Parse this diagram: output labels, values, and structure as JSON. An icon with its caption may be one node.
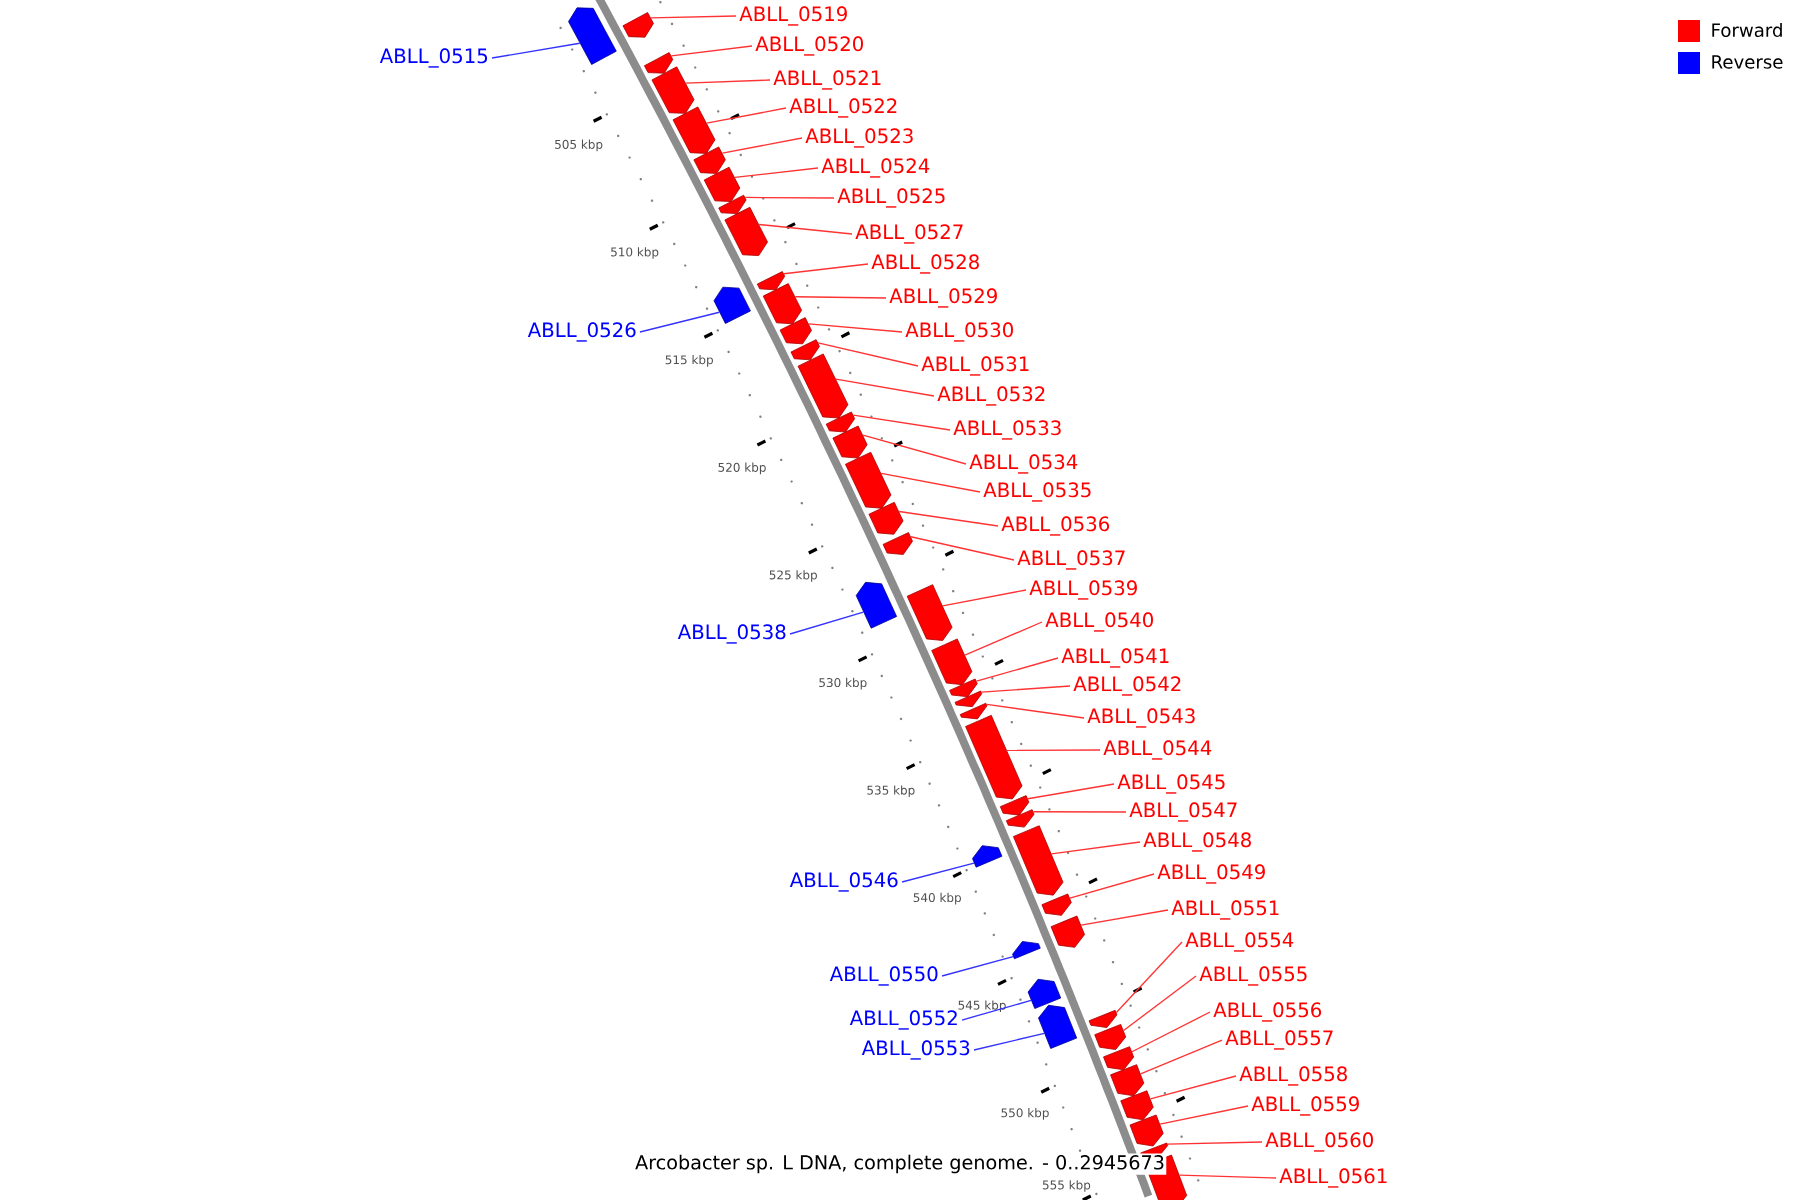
{
  "diagram": {
    "caption": "Arcobacter sp. L DNA, complete genome. - 0..2945673",
    "nodes": [
      {
        "text": [
          "ABLL_0515"
        ]
      },
      {
        "text": [],
        "shape": "box"
      },
      {
        "text": [
          "ABLL_0519"
        ]
      },
      {
        "text": [],
        "shape": "box"
      },
      {
        "text": [
          "ABLL_0520"
        ]
      },
      {
        "text": [],
        "shape": "box"
      },
      {
        "text": [
          "ABLL_0521"
        ]
      },
      {
        "text": [],
        "shape": "box"
      },
      {
        "text": [
          "ABLL_0522"
        ]
      },
      {
        "text": [],
        "shape": "box"
      },
      {
        "text": [
          "ABLL_0523"
        ]
      },
      {
        "text": [],
        "shape": "box"
      },
      {
        "text": [
          "ABLL_0524"
        ]
      },
      {
        "text": [],
        "shape": "box"
      },
      {
        "text": [
          "ABLL_0525"
        ]
      },
      {
        "text": [],
        "shape": "box"
      },
      {
        "text": [
          "ABLL_0527"
        ]
      },
      {
        "text": [],
        "shape": "box"
      },
      {
        "text": [
          "ABLL_0526"
        ]
      },
      {
        "text": [],
        "shape": "box"
      },
      {
        "text": [
          "ABLL_0528"
        ]
      },
      {
        "text": [],
        "shape": "box"
      },
      {
        "text": [
          "ABLL_0529"
        ]
      },
      {
        "text": [],
        "shape": "box"
      },
      {
        "text": [
          "ABLL_0530"
        ]
      },
      {
        "text": [],
        "shape": "box"
      },
      {
        "text": [
          "ABLL_0531"
        ]
      },
      {
        "text": [],
        "shape": "box"
      },
      {
        "text": [
          "ABLL_0532"
        ]
      },
      {
        "text": [],
        "shape": "box"
      },
      {
        "text": [
          "ABLL_0533"
        ]
      },
      {
        "text": [],
        "shape": "box"
      },
      {
        "text": [
          "ABLL_0534"
        ]
      },
      {
        "text": [],
        "shape": "box"
      },
      {
        "text": [
          "ABLL_0535"
        ]
      },
      {
        "text": [],
        "shape": "box"
      },
      {
        "text": [
          "ABLL_0536"
        ]
      },
      {
        "text": [],
        "shape": "box"
      },
      {
        "text": [
          "ABLL_0537"
        ]
      },
      {
        "text": [],
        "shape": "box"
      },
      {
        "text": [
          "ABLL_0538"
        ]
      },
      {
        "text": [],
        "shape": "box"
      },
      {
        "text": [
          "ABLL_0539"
        ]
      },
      {
        "text": [],
        "shape": "box"
      },
      {
        "text": [
          "ABLL_0540"
        ]
      },
      {
        "text": [],
        "shape": "box"
      },
      {
        "text": [
          "ABLL_0541"
        ]
      },
      {
        "text": [],
        "shape": "box"
      },
      {
        "text": [
          "ABLL_0542"
        ]
      },
      {
        "text": [],
        "shape": "box"
      },
      {
        "text": [
          "ABLL_0543"
        ]
      },
      {
        "text": [],
        "shape": "box"
      },
      {
        "text": [
          "ABLL_0544"
        ]
      },
      {
        "text": [],
        "shape": "box"
      },
      {
        "text": [
          "ABLL_0545"
        ]
      },
      {
        "text": [],
        "shape": "box"
      },
      {
        "text": [
          "ABLL_0547"
        ]
      },
      {
        "text": [],
        "shape": "box"
      },
      {
        "text": [
          "ABLL_0546"
        ]
      },
      {
        "text": [],
        "shape": "box"
      },
      {
        "text": [
          "ABLL_0548"
        ]
      },
      {
        "text": [],
        "shape": "box"
      },
      {
        "text": [
          "ABLL_0549"
        ]
      },
      {
        "text": [],
        "shape": "box"
      },
      {
        "text": [
          "ABLL_0551"
        ]
      },
      {
        "text": [],
        "shape": "box"
      },
      {
        "text": [
          "ABLL_0550"
        ]
      },
      {
        "text": [],
        "shape": "box"
      },
      {
        "text": [
          "ABLL_0552"
        ]
      },
      {
        "text": [],
        "shape": "box"
      },
      {
        "text": [
          "ABLL_0553"
        ]
      },
      {
        "text": [],
        "shape": "box"
      },
      {
        "text": [
          "ABLL_0554"
        ]
      },
      {
        "text": [],
        "shape": "box"
      },
      {
        "text": [
          "ABLL_0555"
        ]
      },
      {
        "text": [],
        "shape": "box"
      },
      {
        "text": [
          "ABLL_0556"
        ]
      },
      {
        "text": [],
        "shape": "box"
      },
      {
        "text": [
          "ABLL_0557"
        ]
      },
      {
        "text": [],
        "shape": "box"
      },
      {
        "text": [
          "ABLL_0558"
        ]
      },
      {
        "text": [],
        "shape": "box"
      },
      {
        "text": [
          "ABLL_0559"
        ]
      },
      {
        "text": [],
        "shape": "box"
      },
      {
        "text": [
          "ABLL_0560"
        ]
      },
      {
        "text": [],
        "shape": "box"
      },
      {
        "text": [
          "ABLL_0561"
        ]
      },
      {
        "text": [],
        "shape": "box"
      }
    ],
    "edges": [
      {
        "from": 0,
        "to": 1,
        "arrow": "none",
        "color": "#3333ff"
      },
      {
        "from": 2,
        "to": 3,
        "arrow": "none"
      },
      {
        "from": 4,
        "to": 5,
        "arrow": "none"
      },
      {
        "from": 6,
        "to": 7,
        "arrow": "none"
      },
      {
        "from": 8,
        "to": 9,
        "arrow": "none"
      },
      {
        "from": 10,
        "to": 11,
        "arrow": "none"
      },
      {
        "from": 12,
        "to": 13,
        "arrow": "none"
      },
      {
        "from": 14,
        "to": 15,
        "arrow": "none"
      },
      {
        "from": 16,
        "to": 17,
        "arrow": "none"
      },
      {
        "from": 18,
        "to": 19,
        "arrow": "none",
        "color": "#3333ff"
      },
      {
        "from": 20,
        "to": 21,
        "arrow": "none"
      },
      {
        "from": 22,
        "to": 23,
        "arrow": "none"
      },
      {
        "from": 24,
        "to": 25,
        "arrow": "none"
      },
      {
        "from": 26,
        "to": 27,
        "arrow": "none"
      },
      {
        "from": 28,
        "to": 29,
        "arrow": "none"
      },
      {
        "from": 30,
        "to": 31,
        "arrow": "none"
      },
      {
        "from": 32,
        "to": 33,
        "arrow": "none"
      },
      {
        "from": 34,
        "to": 35,
        "arrow": "none"
      },
      {
        "from": 36,
        "to": 37,
        "arrow": "none"
      },
      {
        "from": 38,
        "to": 39,
        "arrow": "none"
      },
      {
        "from": 40,
        "to": 41,
        "arrow": "none",
        "color": "#3333ff"
      },
      {
        "from": 42,
        "to": 43,
        "arrow": "none"
      },
      {
        "from": 44,
        "to": 45,
        "arrow": "none"
      },
      {
        "from": 46,
        "to": 47,
        "arrow": "none"
      },
      {
        "from": 48,
        "to": 49,
        "arrow": "none"
      },
      {
        "from": 50,
        "to": 51,
        "arrow": "none"
      },
      {
        "from": 52,
        "to": 53,
        "arrow": "none"
      },
      {
        "from": 54,
        "to": 55,
        "arrow": "none"
      },
      {
        "from": 56,
        "to": 57,
        "arrow": "none"
      },
      {
        "from": 58,
        "to": 59,
        "arrow": "none",
        "color": "#3333ff"
      },
      {
        "from": 60,
        "to": 61,
        "arrow": "none"
      },
      {
        "from": 62,
        "to": 63,
        "arrow": "none"
      },
      {
        "from": 64,
        "to": 65,
        "arrow": "none"
      },
      {
        "from": 66,
        "to": 67,
        "arrow": "none",
        "color": "#3333ff"
      },
      {
        "from": 68,
        "to": 69,
        "arrow": "none",
        "color": "#3333ff"
      },
      {
        "from": 70,
        "to": 71,
        "arrow": "none",
        "color": "#3333ff"
      },
      {
        "from": 72,
        "to": 73,
        "arrow": "none"
      },
      {
        "from": 74,
        "to": 75,
        "arrow": "none"
      },
      {
        "from": 76,
        "to": 77,
        "arrow": "none"
      },
      {
        "from": 78,
        "to": 79,
        "arrow": "none"
      },
      {
        "from": 80,
        "to": 81,
        "arrow": "none"
      },
      {
        "from": 82,
        "to": 83,
        "arrow": "none"
      },
      {
        "from": 84,
        "to": 85,
        "arrow": "none"
      },
      {
        "from": 86,
        "to": 87,
        "arrow": "none"
      }
    ],
    "labels": [
      "505 kbp",
      "510 kbp",
      "515 kbp",
      "520 kbp",
      "525 kbp",
      "530 kbp",
      "535 kbp",
      "540 kbp",
      "545 kbp",
      "550 kbp",
      "555 kbp"
    ],
    "legend": [
      {
        "text": "Forward",
        "color": "#ff0000"
      },
      {
        "text": "Reverse",
        "color": "#0000ff"
      }
    ]
  }
}
